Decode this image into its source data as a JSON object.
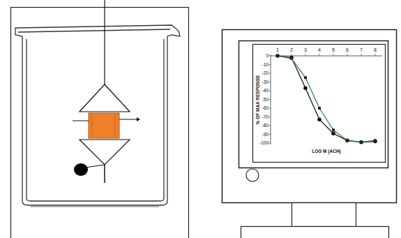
{
  "diagram": {
    "labels": [
      "0",
      "-10",
      "-20",
      "-30",
      "-40",
      "-50",
      "-60",
      "-70",
      "-80",
      "-90",
      "-100",
      "1",
      "2",
      "3",
      "4",
      "5",
      "6",
      "7",
      "8",
      "LOG M (ACH)",
      "% OF MAX RESPONSE"
    ]
  }
}
